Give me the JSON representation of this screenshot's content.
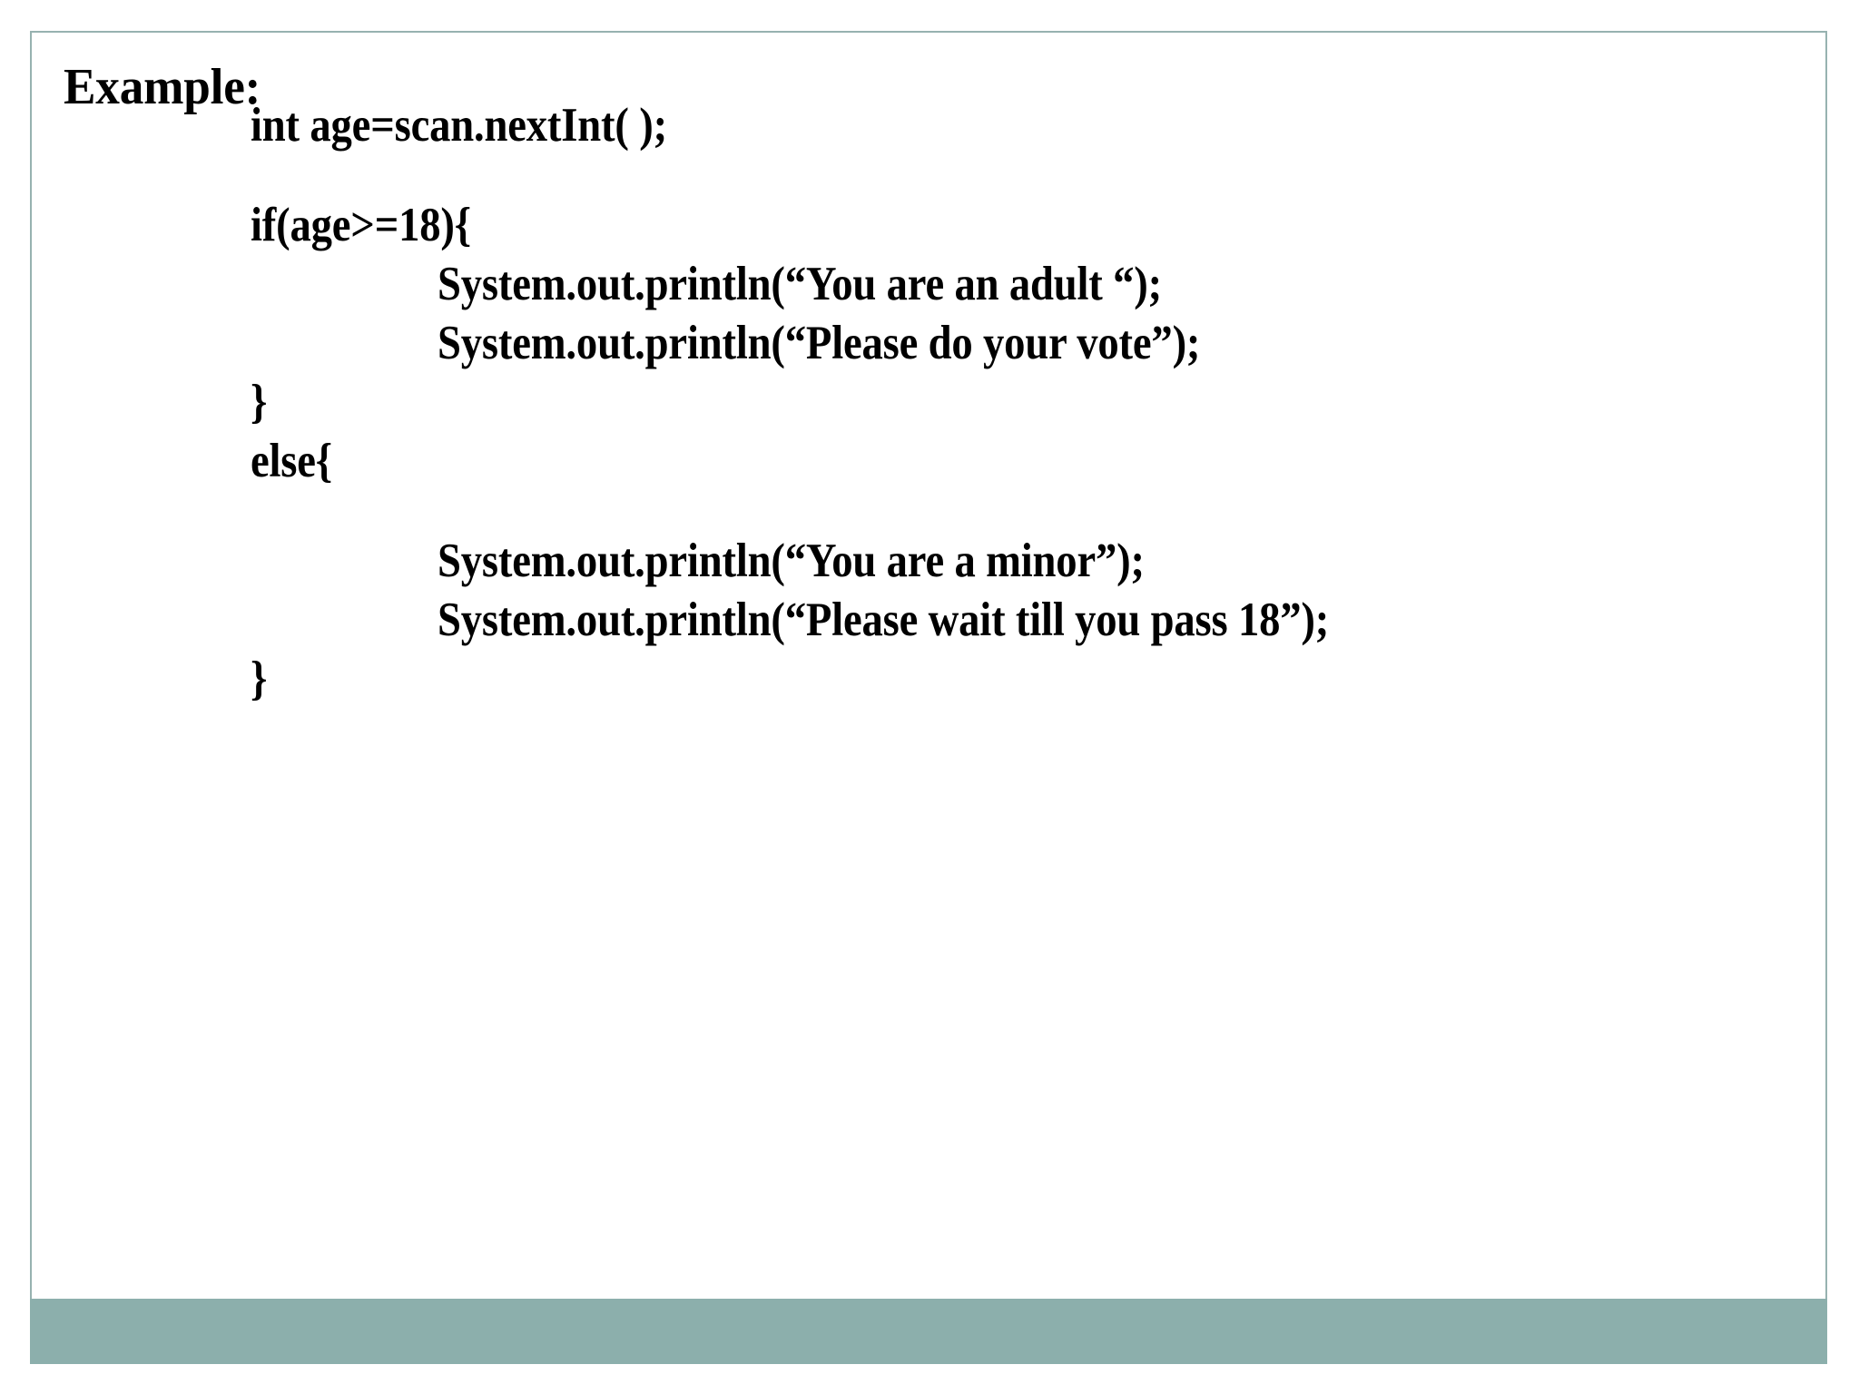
{
  "slide": {
    "heading": "Example:",
    "frame_color": "#97b2b0",
    "footer_color": "#8cafac",
    "background_color": "#ffffff",
    "text_color": "#000000",
    "code_lines": [
      {
        "text": "int age=scan.nextInt( );",
        "indent": 1
      },
      {
        "text": "if(age>=18){",
        "indent": 1
      },
      {
        "text": "System.out.println(“You are an adult “);",
        "indent": 2
      },
      {
        "text": "System.out.println(“Please do your vote”);",
        "indent": 2
      },
      {
        "text": "}",
        "indent": 1
      },
      {
        "text": "else{",
        "indent": 1
      },
      {
        "text": "System.out.println(“You are a minor”);",
        "indent": 2
      },
      {
        "text": "System.out.println(“Please wait till you pass 18”);",
        "indent": 2
      },
      {
        "text": "}",
        "indent": 1
      }
    ]
  }
}
